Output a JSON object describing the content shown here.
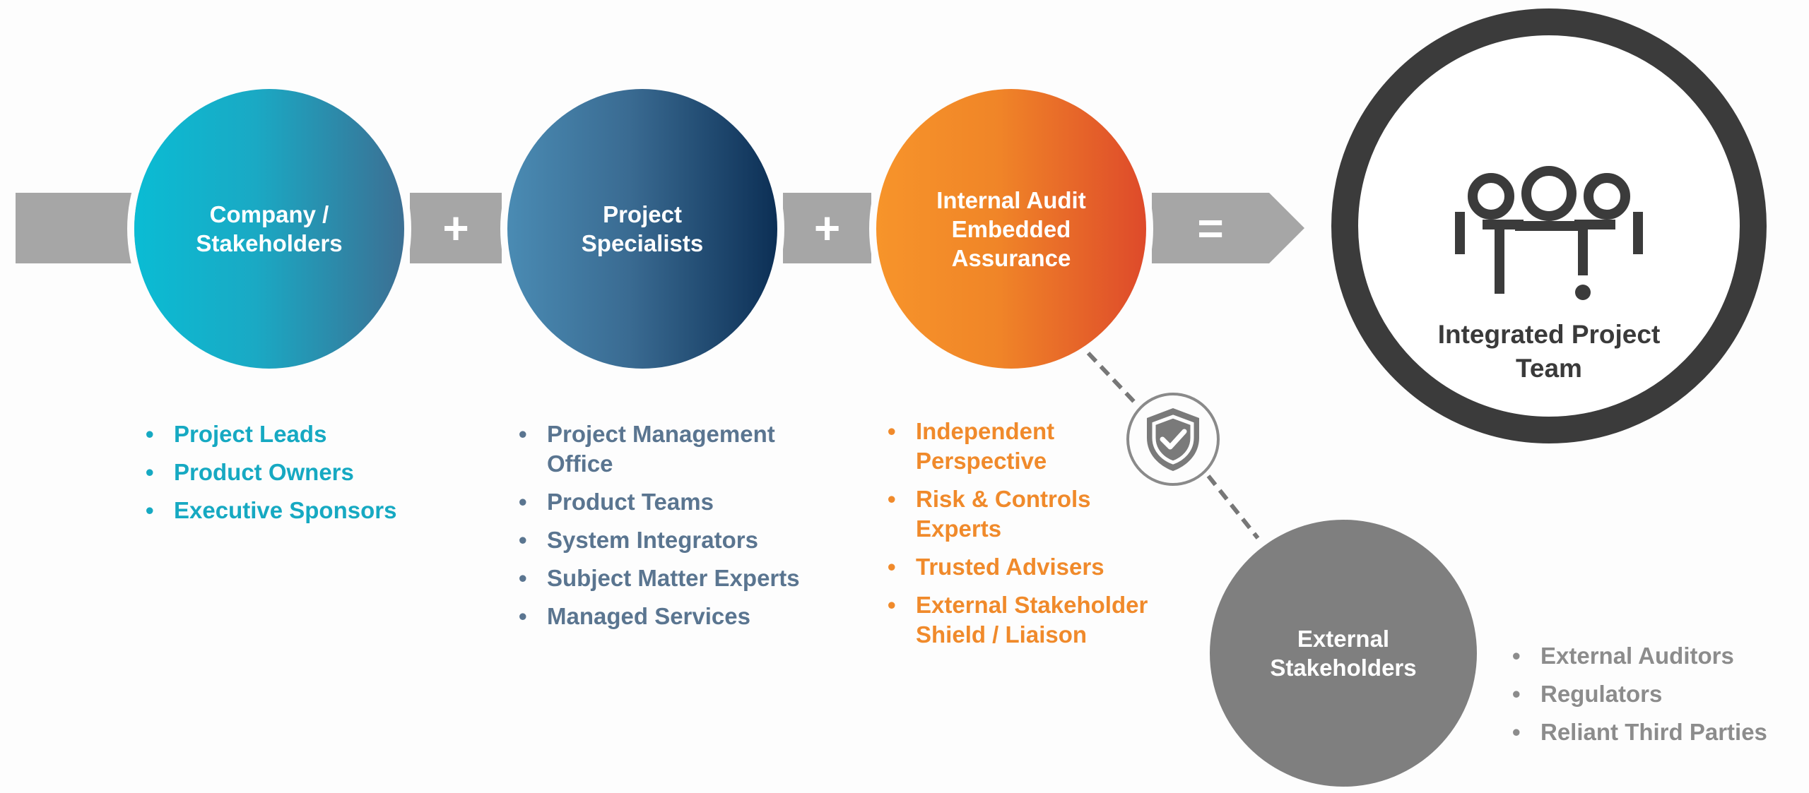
{
  "flow": {
    "operators": {
      "plus_1": "+",
      "plus_2": "+",
      "equals": "="
    },
    "company": {
      "title_line1": "Company /",
      "title_line2": "Stakeholders",
      "items": [
        "Project Leads",
        "Product Owners",
        "Executive Sponsors"
      ]
    },
    "specialists": {
      "title_line1": "Project",
      "title_line2": "Specialists",
      "items": [
        "Project Management Office",
        "Product Teams",
        "System Integrators",
        "Subject Matter Experts",
        "Managed Services"
      ]
    },
    "audit": {
      "title_line1": "Internal Audit",
      "title_line2": "Embedded",
      "title_line3": "Assurance",
      "items": [
        "Independent Perspective",
        "Risk & Controls Experts",
        "Trusted Advisers",
        "External Stakeholder Shield / Liaison"
      ]
    },
    "team": {
      "title_line1": "Integrated Project",
      "title_line2": "Team",
      "icon": "team-people-icon"
    },
    "external": {
      "title_line1": "External",
      "title_line2": "Stakeholders",
      "items": [
        "External Auditors",
        "Regulators",
        "Reliant Third Parties"
      ]
    },
    "link_icon": "shield-check-icon"
  },
  "colors": {
    "band": "#a6a6a6",
    "company_text": "#16a9c2",
    "specialists_text": "#5a7590",
    "audit_text": "#f08a2b",
    "external_text": "#8c8c8c",
    "team_ring": "#3b3b3b"
  }
}
